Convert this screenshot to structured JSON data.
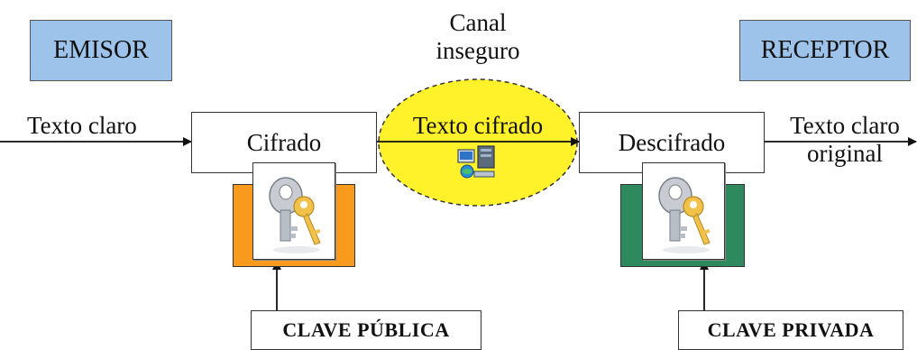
{
  "emisor": {
    "label": "EMISOR"
  },
  "receptor": {
    "label": "RECEPTOR"
  },
  "channel": {
    "title_line1": "Canal",
    "title_line2": "inseguro",
    "inner_label": "Texto cifrado",
    "icon": "network-computers-icon"
  },
  "input": {
    "label": "Texto claro"
  },
  "output": {
    "label_line1": "Texto claro",
    "label_line2": "original"
  },
  "encrypt": {
    "label": "Cifrado",
    "plate_color": "#f79a1e",
    "icon": "key-icon"
  },
  "decrypt": {
    "label": "Descifrado",
    "plate_color": "#2e8a5e",
    "icon": "key-icon"
  },
  "public_key": {
    "label": "CLAVE PÚBLICA"
  },
  "private_key": {
    "label": "CLAVE PRIVADA"
  },
  "colors": {
    "role_fill": "#9dc3ea",
    "channel_fill": "#fff12a"
  }
}
